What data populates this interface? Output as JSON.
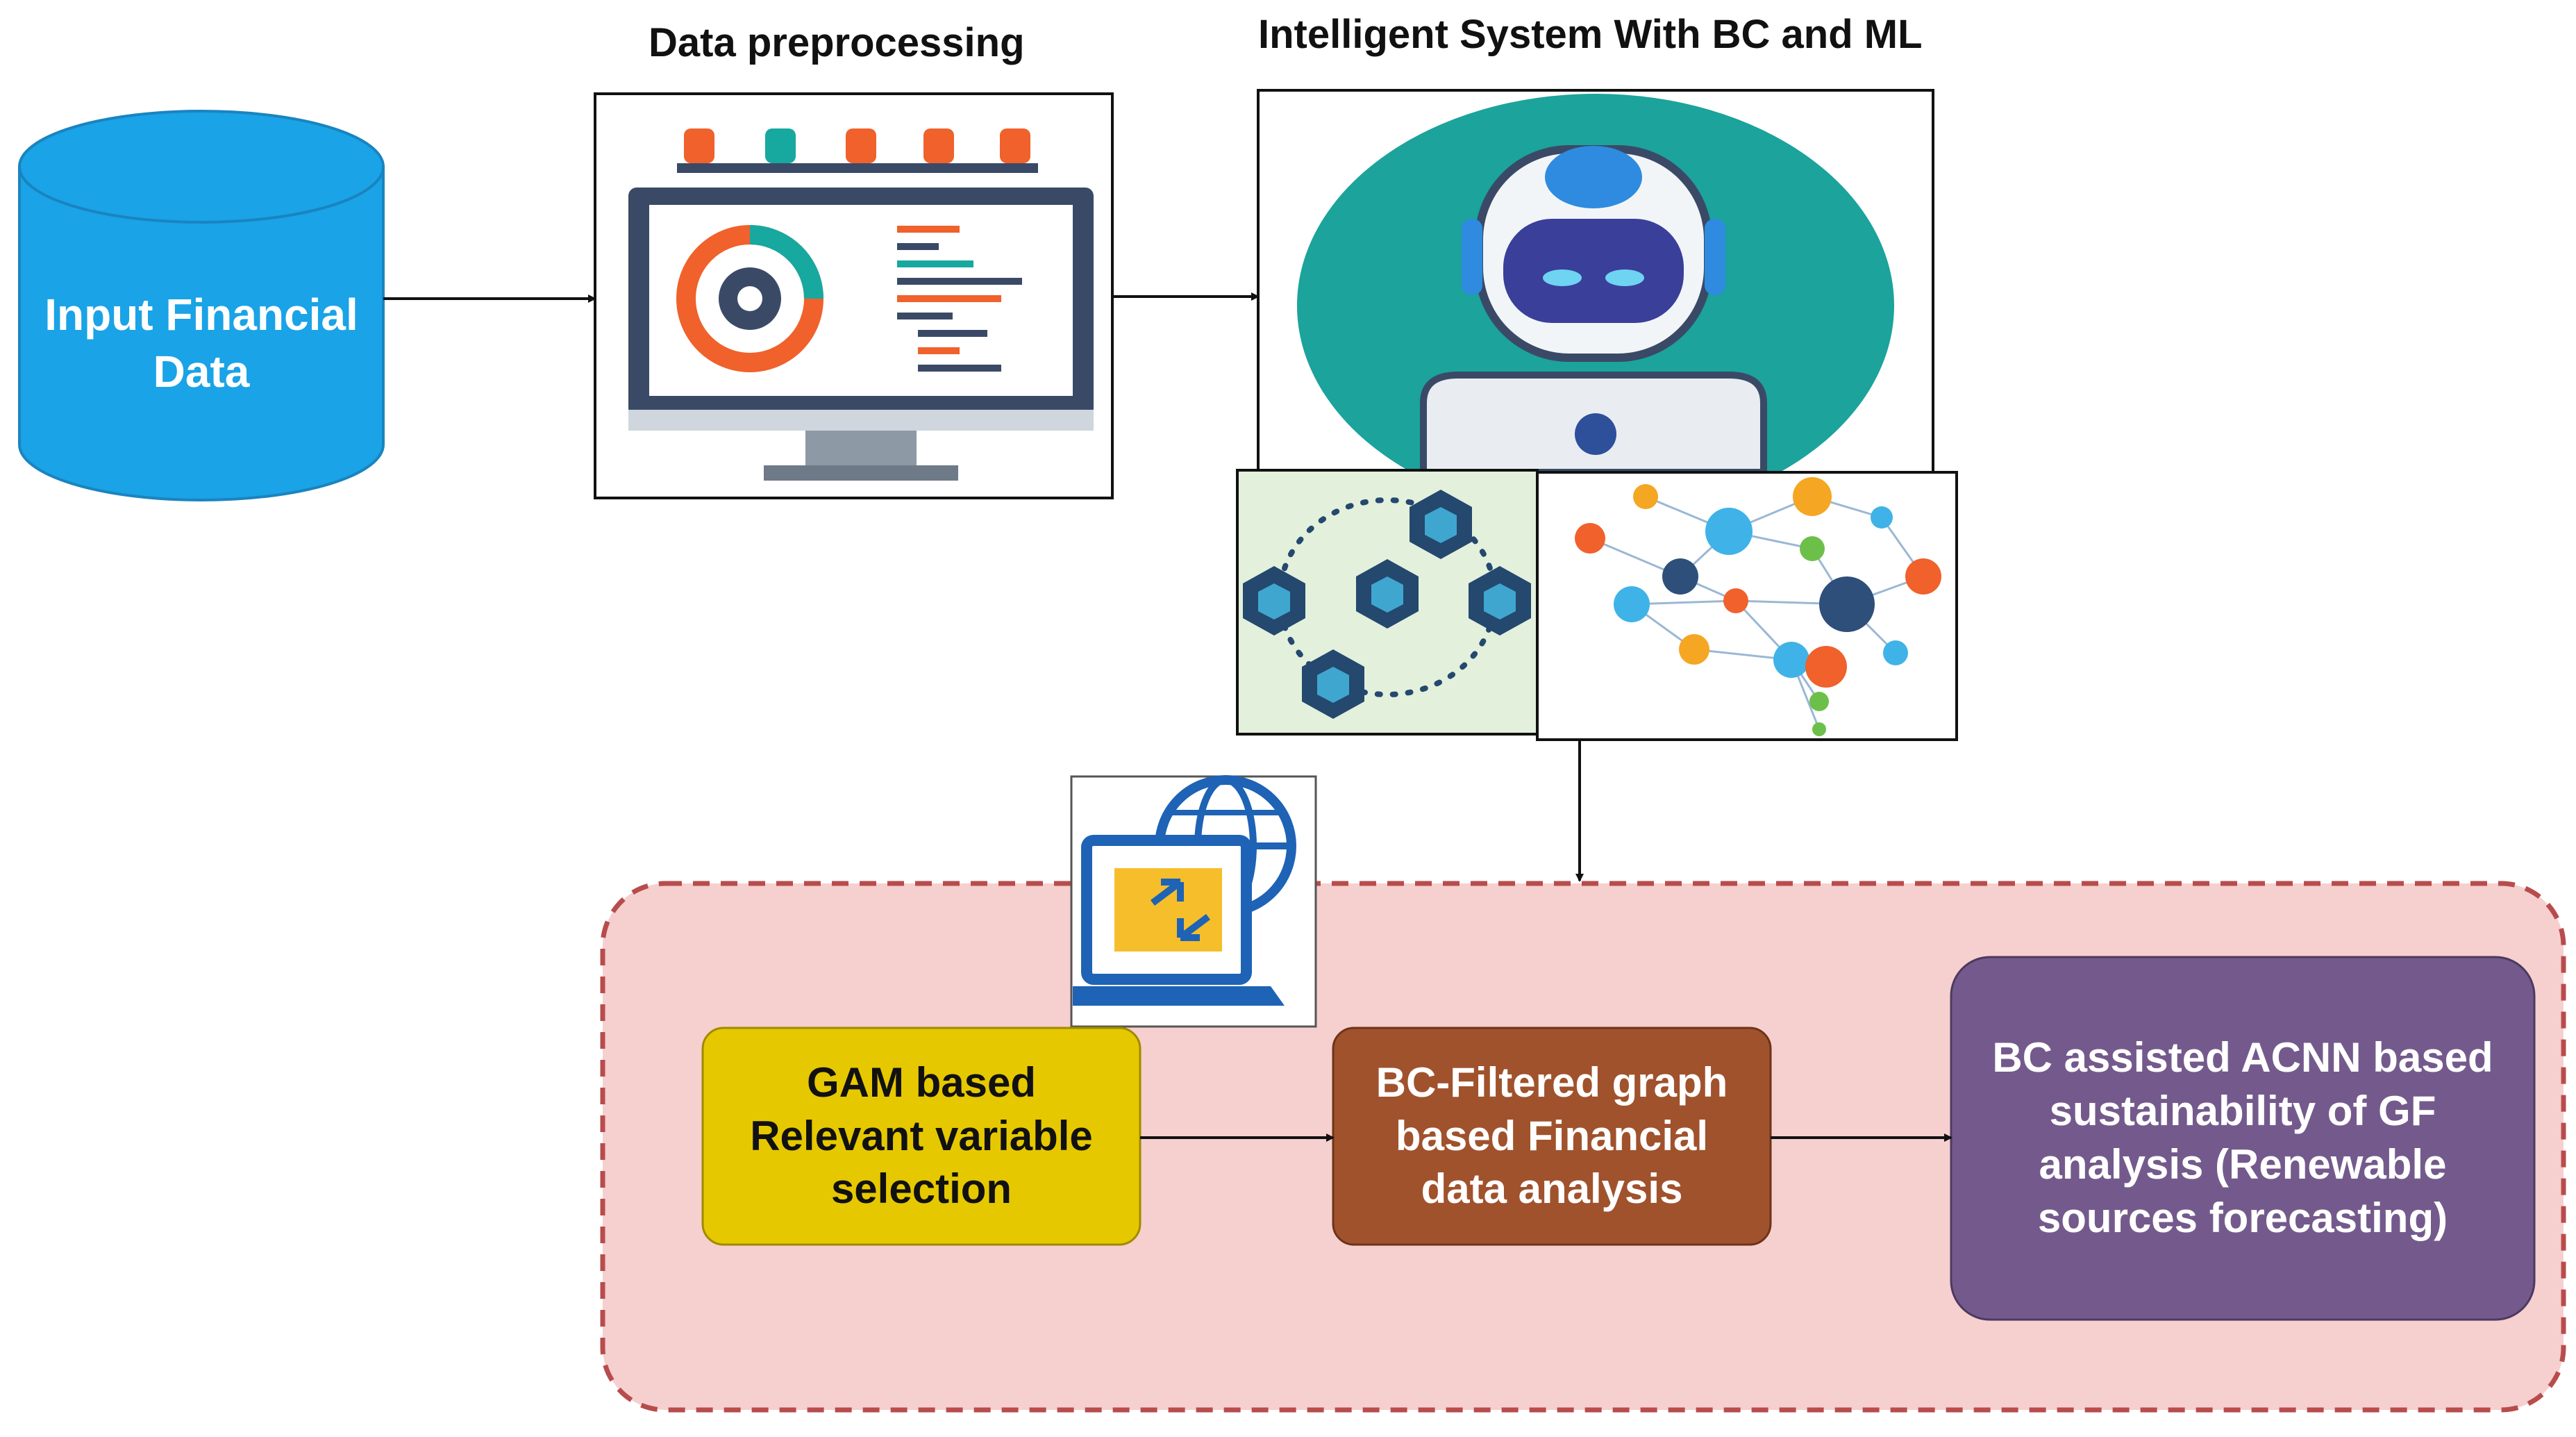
{
  "diagram": {
    "input": {
      "lines": [
        "Input Financial",
        "Data"
      ],
      "color": "#1AA3E6"
    },
    "preprocessing": {
      "title": "Data preprocessing"
    },
    "intelligent": {
      "title": "Intelligent System With BC and ML"
    },
    "steps": [
      {
        "lines": [
          "GAM based",
          "Relevant variable",
          "selection"
        ],
        "color": "#E6C800",
        "text_color": "#111111"
      },
      {
        "lines": [
          "BC-Filtered graph",
          "based Financial",
          "data analysis"
        ],
        "color": "#A0522D",
        "text_color": "#ffffff"
      },
      {
        "lines": [
          "BC assisted ACNN based",
          "sustainability of GF",
          "analysis (Renewable",
          "sources forecasting)"
        ],
        "color": "#745A8C",
        "text_color": "#ffffff"
      }
    ],
    "colors": {
      "region_fill": "#F6CFCF",
      "region_border": "#B84C4C",
      "robot_bg": "#1BA39C",
      "blockchain_bg": "#E3F0DC",
      "blockchain_icon": "#24486E"
    }
  }
}
